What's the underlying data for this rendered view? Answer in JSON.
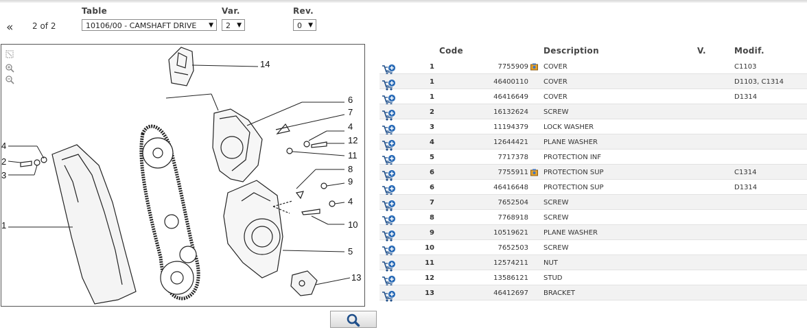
{
  "header": {
    "table_label": "Table",
    "var_label": "Var.",
    "rev_label": "Rev.",
    "nav_prev": "«",
    "pager": "2 of 2",
    "table_value": "10106/00 - CAMSHAFT DRIVE",
    "var_value": "2",
    "rev_value": "0"
  },
  "drawing": {
    "callouts": [
      "14",
      "6",
      "7",
      "4",
      "12",
      "11",
      "8",
      "9",
      "4",
      "10",
      "5",
      "13",
      "4",
      "2",
      "3",
      "1"
    ],
    "tools": [
      "fit-icon",
      "zoom-in-icon",
      "zoom-out-icon"
    ]
  },
  "search": {
    "icon": "search-icon"
  },
  "table": {
    "columns": {
      "code": "Code",
      "description": "Description",
      "v": "V.",
      "modif": "Modif."
    },
    "rows": [
      {
        "pos": "1",
        "code": "7755909",
        "desc": "COVER",
        "v": "",
        "modif": "C1103",
        "photo": true
      },
      {
        "pos": "1",
        "code": "46400110",
        "desc": "COVER",
        "v": "",
        "modif": "D1103, C1314",
        "photo": false
      },
      {
        "pos": "1",
        "code": "46416649",
        "desc": "COVER",
        "v": "",
        "modif": "D1314",
        "photo": false
      },
      {
        "pos": "2",
        "code": "16132624",
        "desc": "SCREW",
        "v": "",
        "modif": "",
        "photo": false
      },
      {
        "pos": "3",
        "code": "11194379",
        "desc": "LOCK WASHER",
        "v": "",
        "modif": "",
        "photo": false
      },
      {
        "pos": "4",
        "code": "12644421",
        "desc": "PLANE WASHER",
        "v": "",
        "modif": "",
        "photo": false
      },
      {
        "pos": "5",
        "code": "7717378",
        "desc": "PROTECTION INF",
        "v": "",
        "modif": "",
        "photo": false
      },
      {
        "pos": "6",
        "code": "7755911",
        "desc": "PROTECTION SUP",
        "v": "",
        "modif": "C1314",
        "photo": true
      },
      {
        "pos": "6",
        "code": "46416648",
        "desc": "PROTECTION SUP",
        "v": "",
        "modif": "D1314",
        "photo": false
      },
      {
        "pos": "7",
        "code": "7652504",
        "desc": "SCREW",
        "v": "",
        "modif": "",
        "photo": false
      },
      {
        "pos": "8",
        "code": "7768918",
        "desc": "SCREW",
        "v": "",
        "modif": "",
        "photo": false
      },
      {
        "pos": "9",
        "code": "10519621",
        "desc": "PLANE WASHER",
        "v": "",
        "modif": "",
        "photo": false
      },
      {
        "pos": "10",
        "code": "7652503",
        "desc": "SCREW",
        "v": "",
        "modif": "",
        "photo": false
      },
      {
        "pos": "11",
        "code": "12574211",
        "desc": "NUT",
        "v": "",
        "modif": "",
        "photo": false
      },
      {
        "pos": "12",
        "code": "13586121",
        "desc": "STUD",
        "v": "",
        "modif": "",
        "photo": false
      },
      {
        "pos": "13",
        "code": "46412697",
        "desc": "BRACKET",
        "v": "",
        "modif": "",
        "photo": false
      },
      {
        "pos": "",
        "code": "",
        "desc": "",
        "v": "",
        "modif": "",
        "photo": false
      }
    ]
  }
}
